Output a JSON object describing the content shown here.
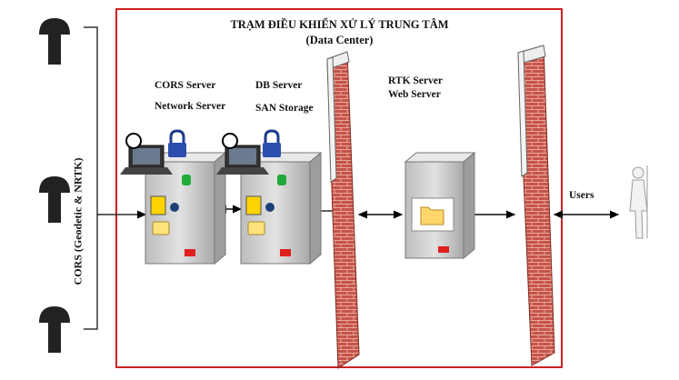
{
  "title": "TRẠM ĐIỀU KHIỂN XỬ LÝ TRUNG TÂM",
  "subtitle": "(Data Center)",
  "cors_side_label": "CORS (Geodetic & NRTK)",
  "server_groups": [
    {
      "lines": [
        "CORS Server",
        "Network Server"
      ]
    },
    {
      "lines": [
        "DB Server",
        "SAN Storage"
      ]
    },
    {
      "lines": [
        "RTK Server",
        "Web Server"
      ]
    }
  ],
  "users_label": "Users",
  "icons": [
    "station-antenna-icon",
    "laptop-icon",
    "padlock-icon",
    "server-tower-icon",
    "firewall-icon",
    "folder-icon",
    "user-figure-icon"
  ],
  "colors": {
    "data_center_border": "#cc2222",
    "firewall": "#b8483c",
    "server_body": "#d4d4d4",
    "arrow": "#000000"
  }
}
